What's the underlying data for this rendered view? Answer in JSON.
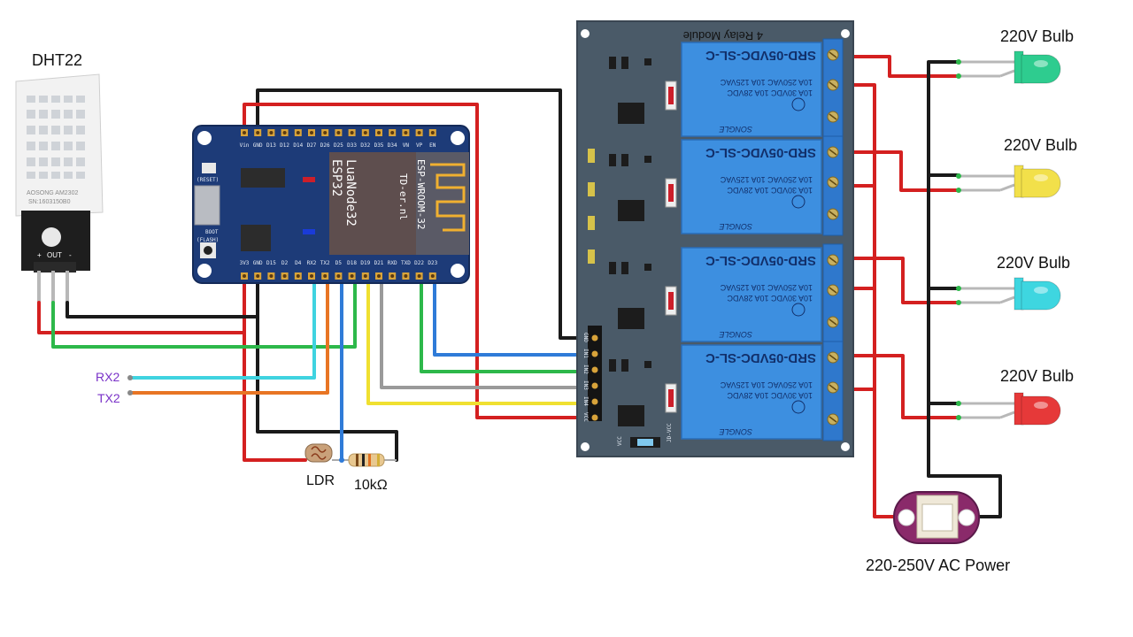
{
  "sensor": {
    "name": "DHT22",
    "brand": "AOSONG AM2302",
    "serial": "SN:1603150B0",
    "pins": [
      "+",
      "OUT",
      "-"
    ]
  },
  "esp32": {
    "chip_line1": "LuaNode32",
    "chip_line2": "ESP32",
    "module_line1": "ESP-WROOM-32",
    "module_line2": "TD-er.nl",
    "en_label": "EN\n(RESET)",
    "boot_label": "BOOT\n(FLASH)",
    "top_pins": [
      "Vin",
      "GND",
      "D13",
      "D12",
      "D14",
      "D27",
      "D26",
      "D25",
      "D33",
      "D32",
      "D35",
      "D34",
      "VN",
      "VP",
      "EN"
    ],
    "bottom_pins": [
      "3V3",
      "GND",
      "D15",
      "D2",
      "D4",
      "RX2",
      "TX2",
      "D5",
      "D18",
      "D19",
      "D21",
      "RXD",
      "TXD",
      "D22",
      "D23"
    ]
  },
  "relay": {
    "title": "4 Relay Module",
    "relay_model": "SRD-05VDC-SL-C",
    "ratings": [
      "10A 250VAC 10A 125VAC",
      "10A 30VDC 10A 28VDC"
    ],
    "brand": "SONGLE",
    "header_pins": [
      "GND",
      "IN1",
      "IN2",
      "IN3",
      "IN4",
      "VCC"
    ],
    "jumper_labels": [
      "VCC",
      "JD-VCC"
    ]
  },
  "bulbs": [
    {
      "label": "220V Bulb",
      "color": "#2ecc8f"
    },
    {
      "label": "220V Bulb",
      "color": "#f2e04a"
    },
    {
      "label": "220V Bulb",
      "color": "#3ed6e0"
    },
    {
      "label": "220V Bulb",
      "color": "#e63939"
    }
  ],
  "labels": {
    "rx2": "RX2",
    "tx2": "TX2",
    "ldr": "LDR",
    "resistor": "10kΩ",
    "power": "220-250V AC Power"
  },
  "colors": {
    "red_wire": "#d42020",
    "black_wire": "#1a1a1a",
    "green_wire": "#2db84a",
    "cyan_wire": "#3fd3e0",
    "orange_wire": "#e87524",
    "blue_wire": "#2f7bd8",
    "gray_wire": "#9a9a9a",
    "yellow_wire": "#f0e030",
    "board": "#1d3b78",
    "relay_pcb": "#4a5a68",
    "relay_blue": "#3d8fe0",
    "label_purple": "#7a32c8"
  }
}
